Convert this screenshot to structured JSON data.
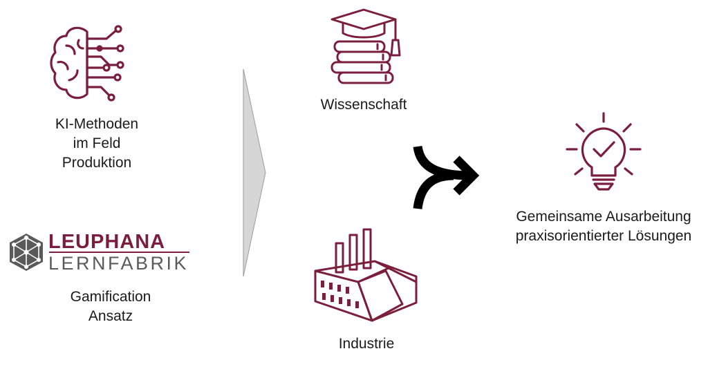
{
  "left": {
    "ki_label": [
      "KI-Methoden",
      "im Feld",
      "Produktion"
    ],
    "logo": {
      "top": "LEUPHANA",
      "bottom": "LERNFABRIK"
    },
    "gamification_label": [
      "Gamification",
      "Ansatz"
    ]
  },
  "middle": {
    "science_label": "Wissenschaft",
    "industry_label": "Industrie"
  },
  "right": {
    "result_label": [
      "Gemeinsame Ausarbeitung",
      "praxisorientierter Lösungen"
    ]
  },
  "colors": {
    "accent": "#7a1e3c",
    "arrow_fill": "#d4d4d4",
    "merge_arrow": "#000000"
  },
  "icons": [
    "brain-circuit-icon",
    "graduation-books-icon",
    "factory-icon",
    "merge-arrow-icon",
    "lightbulb-check-icon",
    "leuphana-hexagon-icon"
  ]
}
